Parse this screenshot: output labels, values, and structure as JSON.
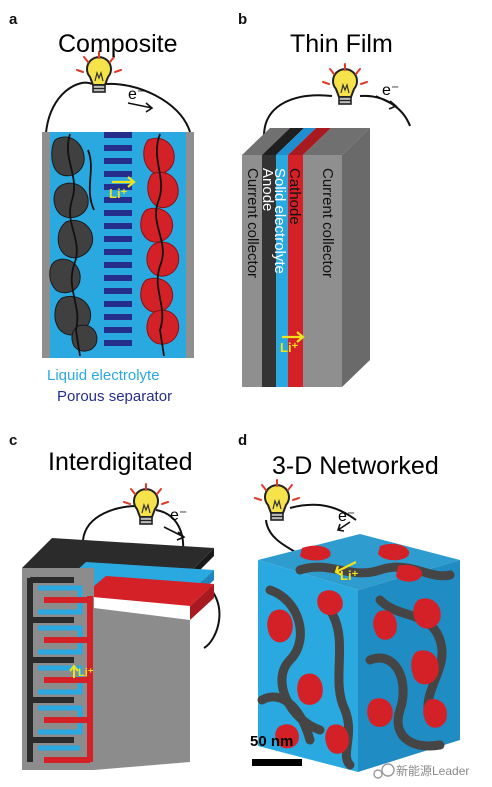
{
  "panels": {
    "a": {
      "letter": "a",
      "title": "Composite",
      "electron": "e⁻",
      "ion": "Li⁺",
      "legend": {
        "liquid_electrolyte": "Liquid electrolyte",
        "porous_separator": "Porous separator"
      }
    },
    "b": {
      "letter": "b",
      "title": "Thin Film",
      "electron": "e⁻",
      "ion": "Li⁺",
      "layers": {
        "current_collector_left": "Current collector",
        "anode": "Anode",
        "solid_electrolyte": "Solid electrolyte",
        "cathode": "Cathode",
        "current_collector_right": "Current collector"
      }
    },
    "c": {
      "letter": "c",
      "title": "Interdigitated",
      "electron": "e⁻",
      "ion": "Li⁺"
    },
    "d": {
      "letter": "d",
      "title": "3-D Networked",
      "electron": "e⁻",
      "ion": "Li⁺",
      "scale_bar": "50 nm"
    }
  },
  "watermark": "新能源Leader",
  "colors": {
    "electrolyte": "#29a9e0",
    "separator": "#262e8c",
    "cathode": "#d42127",
    "anode": "#3b3b3b",
    "collector": "#8f8f8f",
    "bulb": "#f6e24a",
    "arrow": "#f2e21b"
  }
}
